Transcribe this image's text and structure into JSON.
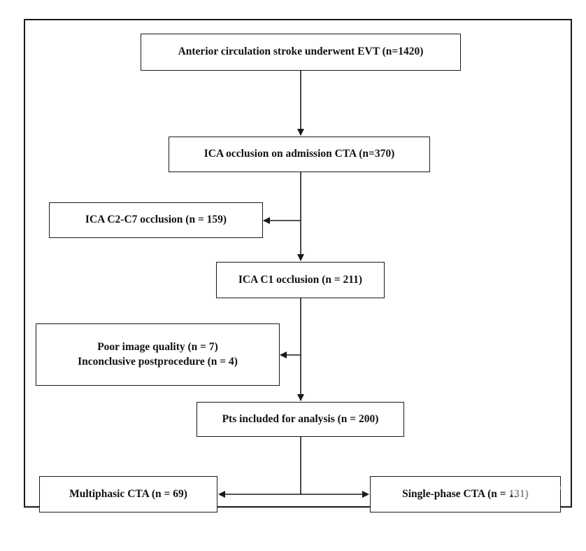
{
  "flowchart": {
    "nodes": {
      "total": "Anterior circulation stroke underwent EVT (n=1420)",
      "ica_occlusion": "ICA occlusion on admission CTA (n=370)",
      "excluded_c2_c7": "ICA C2-C7 occlusion (n = 159)",
      "ica_c1": "ICA C1 occlusion (n = 211)",
      "excluded_quality_line1": "Poor image quality (n = 7)",
      "excluded_quality_line2": "Inconclusive postprocedure (n = 4)",
      "included": "Pts included for analysis (n = 200)",
      "multiphasic": "Multiphasic CTA (n = 69)",
      "single_phase": "Single-phase CTA (n = 131)"
    },
    "line_color": "#1a1a1a"
  }
}
